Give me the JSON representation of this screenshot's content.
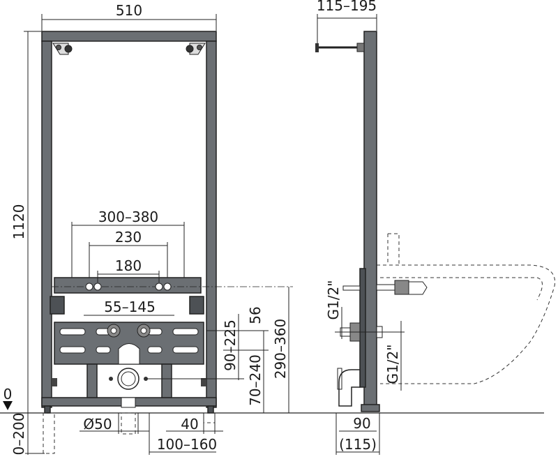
{
  "dimensions": {
    "frame_width": "510",
    "frame_height": "1120",
    "depth_range": "115–195",
    "pipe_spacing_outer": "300–380",
    "pipe_spacing_mid": "230",
    "pipe_spacing_inner": "180",
    "valve_spacing": "55–145",
    "drain_height_range": "90–225",
    "valve_offset": "56",
    "drain_to_floor": "70–240",
    "top_pipes_height": "290–360",
    "drain_diameter": "Ø50",
    "foot_width": "40",
    "drain_offset": "100–160",
    "floor_zero": "0",
    "floor_adjust": "0–200",
    "thread_upper": "G1/2\"",
    "thread_lower": "G1/2\"",
    "side_depth": "90",
    "side_depth_ref": "(115)"
  },
  "colors": {
    "frame": "#6b6f73",
    "frame_dark": "#4d5155",
    "line": "#222222"
  }
}
